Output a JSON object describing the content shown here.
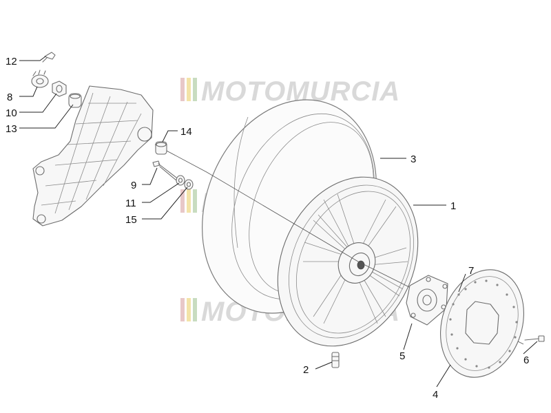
{
  "watermark": {
    "text": "MOTOMURCIA",
    "colors": [
      "#e8c8c8",
      "#f3e3a8",
      "#c8dcc0"
    ]
  },
  "callouts": {
    "p1": "1",
    "p2": "2",
    "p3": "3",
    "p4": "4",
    "p5": "5",
    "p6": "6",
    "p7": "7",
    "p8": "8",
    "p9": "9",
    "p10": "10",
    "p11": "11",
    "p12": "12",
    "p13": "13",
    "p14": "14",
    "p15": "15"
  }
}
